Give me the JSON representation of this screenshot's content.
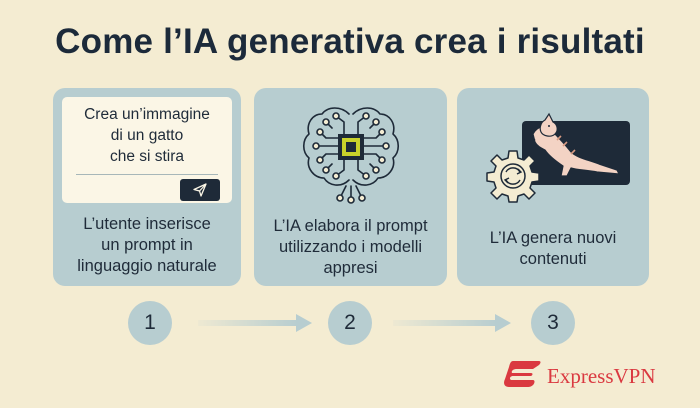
{
  "title": "Come l’IA generativa crea i risultati",
  "steps": [
    {
      "number": "1",
      "prompt_lines": [
        "Crea un’immagine",
        "di un gatto",
        "che si stira"
      ],
      "text_lines": [
        "L’utente inserisce",
        "un prompt in",
        "linguaggio naturale"
      ]
    },
    {
      "number": "2",
      "text_lines": [
        "L’IA elabora il prompt",
        "utilizzando i modelli",
        "appresi"
      ]
    },
    {
      "number": "3",
      "text_lines": [
        "L’IA genera nuovi",
        "contenuti"
      ]
    }
  ],
  "brand": {
    "name": "ExpressVPN",
    "color": "#da3940"
  },
  "colors": {
    "background": "#f4ecd2",
    "card": "#b7cdd0",
    "dark": "#1e2a38",
    "chip": "#c9d22b",
    "cat": "#f3d3c4"
  },
  "icons": [
    "send-icon",
    "brain-circuit-icon",
    "gear-icon",
    "cat-icon",
    "arrow-right-icon",
    "expressvpn-logo-icon"
  ]
}
